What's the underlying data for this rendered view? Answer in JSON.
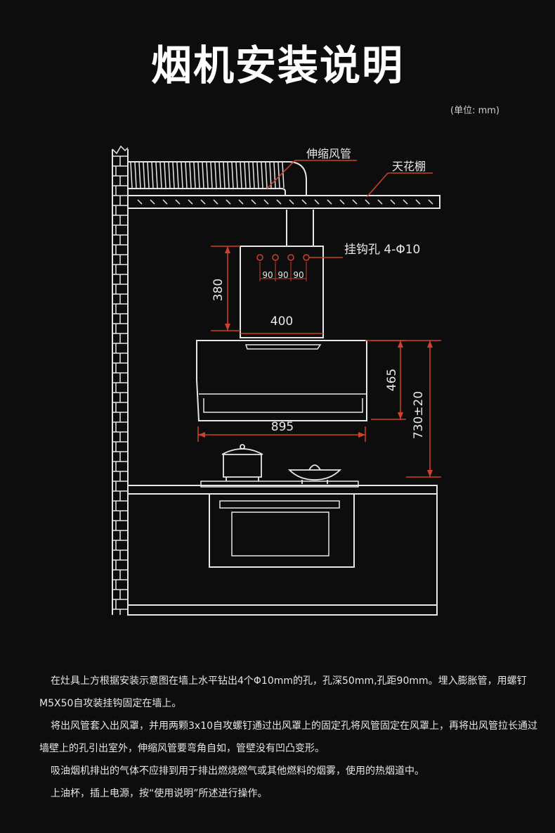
{
  "title": "烟机安装说明",
  "unit": "(单位: mm)",
  "labels": {
    "duct": "伸缩风管",
    "ceiling": "天花棚",
    "hook_holes": "挂钩孔 4-Φ10",
    "spacing": "90",
    "height_380": "380",
    "width_400": "400",
    "height_465": "465",
    "width_895": "895",
    "height_730": "730±20"
  },
  "instructions": [
    "在灶具上方根据安装示意图在墙上水平钻出4个Φ10mm的孔，孔深50mm,孔距90mm。埋入膨胀管，用螺钉M5X50自攻装挂钩固定在墙上。",
    "将出风管套入出风罩，并用两颗3x10自攻螺钉通过出风罩上的固定孔将风管固定在风罩上，再将出风管拉长通过墙壁上的孔引出室外，伸缩风管要弯角自如，管壁没有凹凸变形。",
    "吸油烟机排出的气体不应排到用于排出燃烧燃气或其他燃料的烟雾，使用的热烟道中。",
    "上油杯，插上电源，按“使用说明”所述进行操作。"
  ],
  "colors": {
    "background": "#0d0d0d",
    "line": "#e6e6e6",
    "dimension": "#d0402a",
    "text": "#e8e8e8"
  }
}
